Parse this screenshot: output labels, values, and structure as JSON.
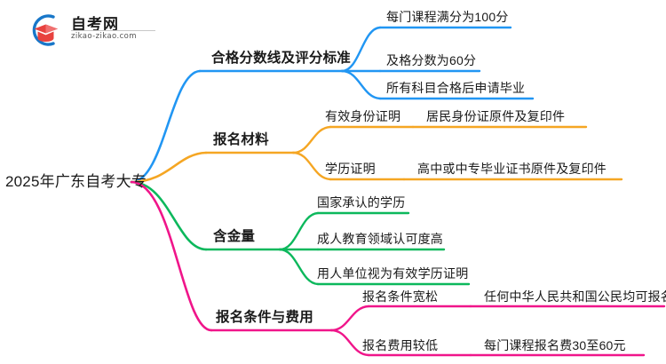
{
  "logo": {
    "name": "自考网",
    "url": "zikao-zikao.com",
    "mark": "graduation-cap-in-circle"
  },
  "mindmap": {
    "root": {
      "label": "2025年广东自考大专"
    },
    "branches": [
      {
        "label": "合格分数线及评分标准",
        "color": "#2196F3",
        "children": [
          {
            "label": "每门课程满分为100分",
            "children": []
          },
          {
            "label": "及格分数为60分",
            "children": []
          },
          {
            "label": "所有科目合格后申请毕业",
            "children": []
          }
        ]
      },
      {
        "label": "报名材料",
        "color": "#F5A623",
        "children": [
          {
            "label": "有效身份证明",
            "children": [
              {
                "label": "居民身份证原件及复印件"
              }
            ]
          },
          {
            "label": "学历证明",
            "children": [
              {
                "label": "高中或中专毕业证书原件及复印件"
              }
            ]
          }
        ]
      },
      {
        "label": "含金量",
        "color": "#0CB85C",
        "children": [
          {
            "label": "国家承认的学历",
            "children": []
          },
          {
            "label": "成人教育领域认可度高",
            "children": []
          },
          {
            "label": "用人单位视为有效学历证明",
            "children": []
          }
        ]
      },
      {
        "label": "报名条件与费用",
        "color": "#F0158A",
        "children": [
          {
            "label": "报名条件宽松",
            "children": [
              {
                "label": "任何中华人民共和国公民均可报名"
              }
            ]
          },
          {
            "label": "报名费用较低",
            "children": [
              {
                "label": "每门课程报名费30至60元"
              }
            ]
          }
        ]
      }
    ]
  },
  "labels": {
    "b0": "合格分数线及评分标准",
    "b0c0": "每门课程满分为100分",
    "b0c1": "及格分数为60分",
    "b0c2": "所有科目合格后申请毕业",
    "b1": "报名材料",
    "b1c0": "有效身份证明",
    "b1c0g0": "居民身份证原件及复印件",
    "b1c1": "学历证明",
    "b1c1g0": "高中或中专毕业证书原件及复印件",
    "b2": "含金量",
    "b2c0": "国家承认的学历",
    "b2c1": "成人教育领域认可度高",
    "b2c2": "用人单位视为有效学历证明",
    "b3": "报名条件与费用",
    "b3c0": "报名条件宽松",
    "b3c0g0": "任何中华人民共和国公民均可报名",
    "b3c1": "报名费用较低",
    "b3c1g0": "每门课程报名费30至60元"
  }
}
